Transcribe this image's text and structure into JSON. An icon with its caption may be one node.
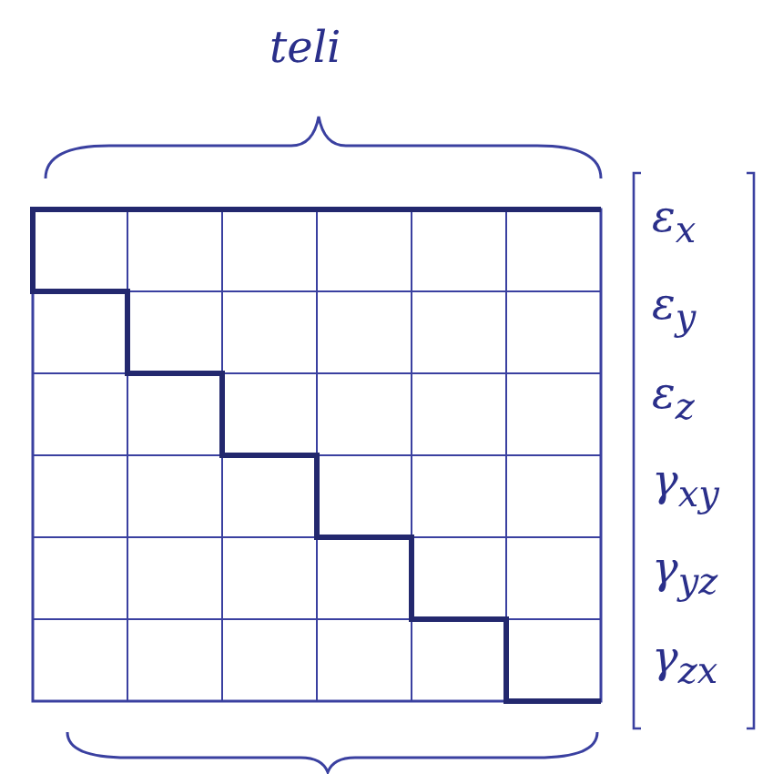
{
  "diagram": {
    "labels": [
      "teli",
      "ε$_{x}$",
      "ε$_{y}$",
      "ε$_{z}$",
      "γ$_{xy}$",
      "γ$_{yz}$",
      "γ$_{zx}$"
    ]
  }
}
